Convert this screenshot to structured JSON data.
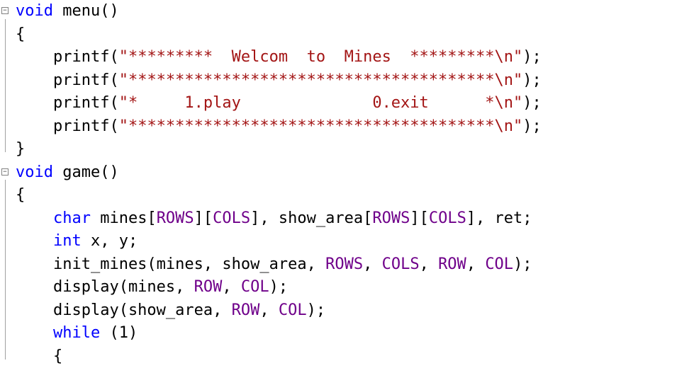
{
  "editor": {
    "colors": {
      "keyword": "#0000ff",
      "string": "#a31515",
      "macro": "#6f008a",
      "text": "#000000"
    },
    "fold_marker_icon": "minus-box-icon",
    "lines": [
      {
        "tokens": [
          {
            "t": "void",
            "c": "kw"
          },
          {
            "t": " menu()",
            "c": "pl"
          }
        ],
        "fold": true
      },
      {
        "tokens": [
          {
            "t": "{",
            "c": "pl"
          }
        ]
      },
      {
        "tokens": [
          {
            "t": "    printf(",
            "c": "pl"
          },
          {
            "t": "\"*********  Welcom  to  Mines  *********\\n\"",
            "c": "str"
          },
          {
            "t": ");",
            "c": "pl"
          }
        ]
      },
      {
        "tokens": [
          {
            "t": "    printf(",
            "c": "pl"
          },
          {
            "t": "\"***************************************\\n\"",
            "c": "str"
          },
          {
            "t": ");",
            "c": "pl"
          }
        ]
      },
      {
        "tokens": [
          {
            "t": "    printf(",
            "c": "pl"
          },
          {
            "t": "\"*     1.play              0.exit      *\\n\"",
            "c": "str"
          },
          {
            "t": ");",
            "c": "pl"
          }
        ]
      },
      {
        "tokens": [
          {
            "t": "    printf(",
            "c": "pl"
          },
          {
            "t": "\"***************************************\\n\"",
            "c": "str"
          },
          {
            "t": ");",
            "c": "pl"
          }
        ]
      },
      {
        "tokens": [
          {
            "t": "}",
            "c": "pl"
          }
        ]
      },
      {
        "tokens": [
          {
            "t": "void",
            "c": "kw"
          },
          {
            "t": " game()",
            "c": "pl"
          }
        ],
        "fold": true
      },
      {
        "tokens": [
          {
            "t": "{",
            "c": "pl"
          }
        ]
      },
      {
        "tokens": [
          {
            "t": "    ",
            "c": "pl"
          },
          {
            "t": "char",
            "c": "kw"
          },
          {
            "t": " mines[",
            "c": "pl"
          },
          {
            "t": "ROWS",
            "c": "mac"
          },
          {
            "t": "][",
            "c": "pl"
          },
          {
            "t": "COLS",
            "c": "mac"
          },
          {
            "t": "], show_area[",
            "c": "pl"
          },
          {
            "t": "ROWS",
            "c": "mac"
          },
          {
            "t": "][",
            "c": "pl"
          },
          {
            "t": "COLS",
            "c": "mac"
          },
          {
            "t": "], ret;",
            "c": "pl"
          }
        ]
      },
      {
        "tokens": [
          {
            "t": "    ",
            "c": "pl"
          },
          {
            "t": "int",
            "c": "kw"
          },
          {
            "t": " x, y;",
            "c": "pl"
          }
        ]
      },
      {
        "tokens": [
          {
            "t": "    init_mines(mines, show_area, ",
            "c": "pl"
          },
          {
            "t": "ROWS",
            "c": "mac"
          },
          {
            "t": ", ",
            "c": "pl"
          },
          {
            "t": "COLS",
            "c": "mac"
          },
          {
            "t": ", ",
            "c": "pl"
          },
          {
            "t": "ROW",
            "c": "mac"
          },
          {
            "t": ", ",
            "c": "pl"
          },
          {
            "t": "COL",
            "c": "mac"
          },
          {
            "t": ");",
            "c": "pl"
          }
        ]
      },
      {
        "tokens": [
          {
            "t": "    display(mines, ",
            "c": "pl"
          },
          {
            "t": "ROW",
            "c": "mac"
          },
          {
            "t": ", ",
            "c": "pl"
          },
          {
            "t": "COL",
            "c": "mac"
          },
          {
            "t": ");",
            "c": "pl"
          }
        ]
      },
      {
        "tokens": [
          {
            "t": "    display(show_area, ",
            "c": "pl"
          },
          {
            "t": "ROW",
            "c": "mac"
          },
          {
            "t": ", ",
            "c": "pl"
          },
          {
            "t": "COL",
            "c": "mac"
          },
          {
            "t": ");",
            "c": "pl"
          }
        ]
      },
      {
        "tokens": [
          {
            "t": "    ",
            "c": "pl"
          },
          {
            "t": "while",
            "c": "kw"
          },
          {
            "t": " (1)",
            "c": "pl"
          }
        ]
      },
      {
        "tokens": [
          {
            "t": "    {",
            "c": "pl"
          }
        ]
      }
    ]
  }
}
